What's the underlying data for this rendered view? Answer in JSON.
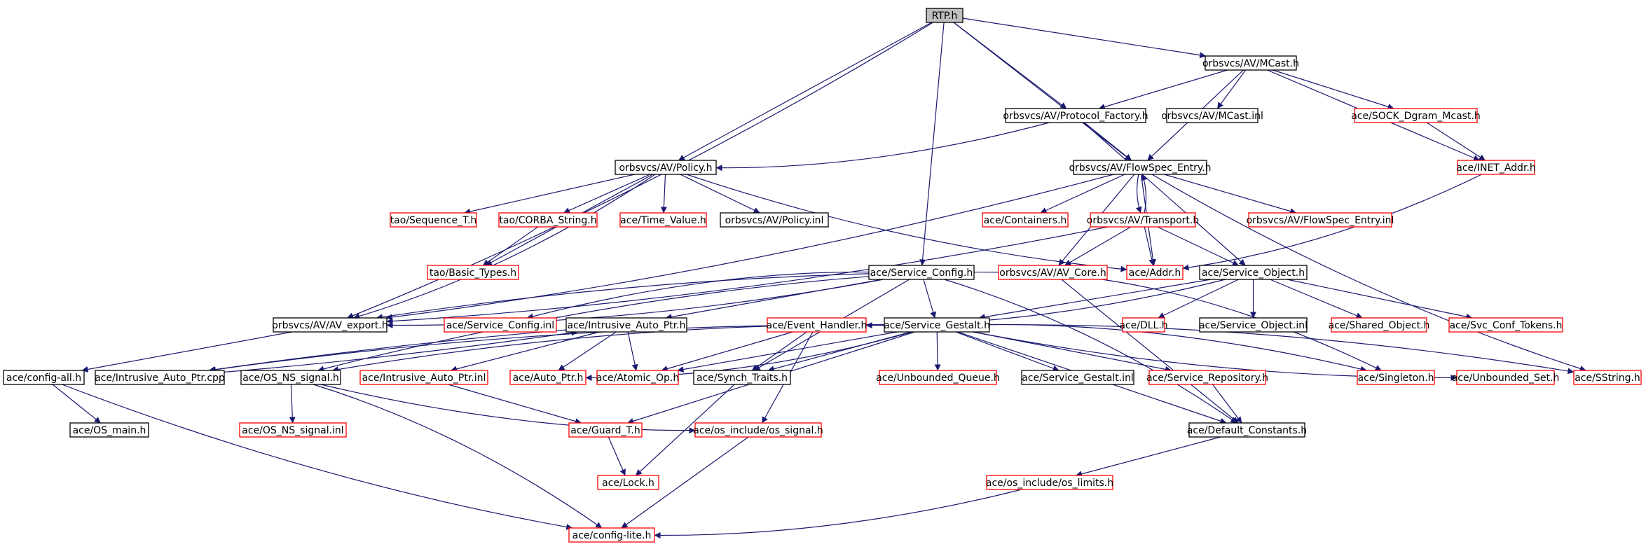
{
  "colors": {
    "edge": "#191970",
    "normal_border": "#000000",
    "missing_border": "#ff0000",
    "root_fill": "#bfbfbf",
    "node_fill": "#ffffff",
    "text": "#000000"
  },
  "nodes": [
    {
      "id": "rtp",
      "label": "RTP.h",
      "style": "root"
    },
    {
      "id": "mcast",
      "label": "orbsvcs/AV/MCast.h",
      "style": "normal"
    },
    {
      "id": "protocol_factory",
      "label": "orbsvcs/AV/Protocol_Factory.h",
      "style": "normal"
    },
    {
      "id": "mcast_inl",
      "label": "orbsvcs/AV/MCast.inl",
      "style": "normal"
    },
    {
      "id": "sock_dgram_mcast",
      "label": "ace/SOCK_Dgram_Mcast.h",
      "style": "missing"
    },
    {
      "id": "policy",
      "label": "orbsvcs/AV/Policy.h",
      "style": "normal"
    },
    {
      "id": "flowspec_entry",
      "label": "orbsvcs/AV/FlowSpec_Entry.h",
      "style": "normal"
    },
    {
      "id": "inet_addr",
      "label": "ace/INET_Addr.h",
      "style": "missing"
    },
    {
      "id": "sequence_t",
      "label": "tao/Sequence_T.h",
      "style": "missing"
    },
    {
      "id": "corba_string",
      "label": "tao/CORBA_String.h",
      "style": "missing"
    },
    {
      "id": "time_value",
      "label": "ace/Time_Value.h",
      "style": "missing"
    },
    {
      "id": "policy_inl",
      "label": "orbsvcs/AV/Policy.inl",
      "style": "normal"
    },
    {
      "id": "containers",
      "label": "ace/Containers.h",
      "style": "missing"
    },
    {
      "id": "transport",
      "label": "orbsvcs/AV/Transport.h",
      "style": "missing"
    },
    {
      "id": "flowspec_inl",
      "label": "orbsvcs/AV/FlowSpec_Entry.inl",
      "style": "missing"
    },
    {
      "id": "basic_types",
      "label": "tao/Basic_Types.h",
      "style": "missing"
    },
    {
      "id": "service_config",
      "label": "ace/Service_Config.h",
      "style": "normal"
    },
    {
      "id": "av_core",
      "label": "orbsvcs/AV/AV_Core.h",
      "style": "missing"
    },
    {
      "id": "addr",
      "label": "ace/Addr.h",
      "style": "missing"
    },
    {
      "id": "service_object",
      "label": "ace/Service_Object.h",
      "style": "normal"
    },
    {
      "id": "av_export",
      "label": "orbsvcs/AV/AV_export.h",
      "style": "normal"
    },
    {
      "id": "service_config_inl",
      "label": "ace/Service_Config.inl",
      "style": "missing"
    },
    {
      "id": "intrusive_auto_ptr",
      "label": "ace/Intrusive_Auto_Ptr.h",
      "style": "normal"
    },
    {
      "id": "event_handler",
      "label": "ace/Event_Handler.h",
      "style": "missing"
    },
    {
      "id": "service_gestalt",
      "label": "ace/Service_Gestalt.h",
      "style": "normal"
    },
    {
      "id": "dll",
      "label": "ace/DLL.h",
      "style": "missing"
    },
    {
      "id": "service_object_inl",
      "label": "ace/Service_Object.inl",
      "style": "normal"
    },
    {
      "id": "shared_object",
      "label": "ace/Shared_Object.h",
      "style": "missing"
    },
    {
      "id": "svc_conf_tokens",
      "label": "ace/Svc_Conf_Tokens.h",
      "style": "missing"
    },
    {
      "id": "config_all",
      "label": "ace/config-all.h",
      "style": "normal"
    },
    {
      "id": "intrusive_auto_ptr_cpp",
      "label": "ace/Intrusive_Auto_Ptr.cpp",
      "style": "normal"
    },
    {
      "id": "os_ns_signal",
      "label": "ace/OS_NS_signal.h",
      "style": "normal"
    },
    {
      "id": "intrusive_auto_ptr_inl",
      "label": "ace/Intrusive_Auto_Ptr.inl",
      "style": "missing"
    },
    {
      "id": "auto_ptr",
      "label": "ace/Auto_Ptr.h",
      "style": "missing"
    },
    {
      "id": "atomic_op",
      "label": "ace/Atomic_Op.h",
      "style": "missing"
    },
    {
      "id": "synch_traits",
      "label": "ace/Synch_Traits.h",
      "style": "normal"
    },
    {
      "id": "unbounded_queue",
      "label": "ace/Unbounded_Queue.h",
      "style": "missing"
    },
    {
      "id": "service_gestalt_inl",
      "label": "ace/Service_Gestalt.inl",
      "style": "normal"
    },
    {
      "id": "service_repository",
      "label": "ace/Service_Repository.h",
      "style": "missing"
    },
    {
      "id": "singleton",
      "label": "ace/Singleton.h",
      "style": "missing"
    },
    {
      "id": "unbounded_set",
      "label": "ace/Unbounded_Set.h",
      "style": "missing"
    },
    {
      "id": "sstring",
      "label": "ace/SString.h",
      "style": "missing"
    },
    {
      "id": "os_main",
      "label": "ace/OS_main.h",
      "style": "normal"
    },
    {
      "id": "os_ns_signal_inl",
      "label": "ace/OS_NS_signal.inl",
      "style": "missing"
    },
    {
      "id": "guard_t",
      "label": "ace/Guard_T.h",
      "style": "missing"
    },
    {
      "id": "os_signal",
      "label": "ace/os_include/os_signal.h",
      "style": "missing"
    },
    {
      "id": "default_constants",
      "label": "ace/Default_Constants.h",
      "style": "normal"
    },
    {
      "id": "lock",
      "label": "ace/Lock.h",
      "style": "missing"
    },
    {
      "id": "os_limits",
      "label": "ace/os_include/os_limits.h",
      "style": "missing"
    },
    {
      "id": "config_lite",
      "label": "ace/config-lite.h",
      "style": "missing"
    }
  ],
  "edges": [
    [
      "rtp",
      "mcast"
    ],
    [
      "rtp",
      "protocol_factory"
    ],
    [
      "rtp",
      "policy"
    ],
    [
      "rtp",
      "flowspec_entry"
    ],
    [
      "rtp",
      "service_config"
    ],
    [
      "rtp",
      "av_export"
    ],
    [
      "mcast",
      "protocol_factory"
    ],
    [
      "mcast",
      "mcast_inl"
    ],
    [
      "mcast",
      "sock_dgram_mcast"
    ],
    [
      "mcast",
      "inet_addr"
    ],
    [
      "mcast",
      "flowspec_entry"
    ],
    [
      "protocol_factory",
      "policy"
    ],
    [
      "protocol_factory",
      "flowspec_entry"
    ],
    [
      "protocol_factory",
      "service_object"
    ],
    [
      "sock_dgram_mcast",
      "inet_addr"
    ],
    [
      "inet_addr",
      "addr"
    ],
    [
      "policy",
      "sequence_t"
    ],
    [
      "policy",
      "corba_string"
    ],
    [
      "policy",
      "time_value"
    ],
    [
      "policy",
      "policy_inl"
    ],
    [
      "policy",
      "basic_types"
    ],
    [
      "policy",
      "av_export"
    ],
    [
      "policy",
      "addr"
    ],
    [
      "corba_string",
      "basic_types"
    ],
    [
      "flowspec_entry",
      "containers"
    ],
    [
      "flowspec_entry",
      "transport"
    ],
    [
      "flowspec_entry",
      "flowspec_inl"
    ],
    [
      "flowspec_entry",
      "av_core"
    ],
    [
      "flowspec_entry",
      "addr"
    ],
    [
      "flowspec_entry",
      "av_export"
    ],
    [
      "flowspec_entry",
      "sstring"
    ],
    [
      "transport",
      "flowspec_entry"
    ],
    [
      "transport",
      "av_core"
    ],
    [
      "transport",
      "addr"
    ],
    [
      "transport",
      "service_object"
    ],
    [
      "transport",
      "av_export"
    ],
    [
      "av_core",
      "av_export"
    ],
    [
      "av_core",
      "singleton"
    ],
    [
      "av_core",
      "default_constants"
    ],
    [
      "service_config",
      "av_export"
    ],
    [
      "service_config",
      "service_config_inl"
    ],
    [
      "service_config",
      "intrusive_auto_ptr"
    ],
    [
      "service_config",
      "service_gestalt"
    ],
    [
      "service_config",
      "synch_traits"
    ],
    [
      "service_config",
      "os_ns_signal"
    ],
    [
      "service_config",
      "default_constants"
    ],
    [
      "service_object",
      "service_gestalt"
    ],
    [
      "service_object",
      "dll"
    ],
    [
      "service_object",
      "service_object_inl"
    ],
    [
      "service_object",
      "shared_object"
    ],
    [
      "service_object",
      "svc_conf_tokens"
    ],
    [
      "service_object",
      "event_handler"
    ],
    [
      "av_export",
      "config_all"
    ],
    [
      "intrusive_auto_ptr",
      "intrusive_auto_ptr_cpp"
    ],
    [
      "intrusive_auto_ptr",
      "intrusive_auto_ptr_inl"
    ],
    [
      "intrusive_auto_ptr",
      "auto_ptr"
    ],
    [
      "intrusive_auto_ptr",
      "atomic_op"
    ],
    [
      "intrusive_auto_ptr_cpp",
      "intrusive_auto_ptr"
    ],
    [
      "intrusive_auto_ptr_inl",
      "guard_t"
    ],
    [
      "event_handler",
      "atomic_op"
    ],
    [
      "event_handler",
      "synch_traits"
    ],
    [
      "event_handler",
      "os_signal"
    ],
    [
      "service_gestalt",
      "intrusive_auto_ptr_cpp"
    ],
    [
      "service_gestalt",
      "auto_ptr"
    ],
    [
      "service_gestalt",
      "atomic_op"
    ],
    [
      "service_gestalt",
      "synch_traits"
    ],
    [
      "service_gestalt",
      "unbounded_queue"
    ],
    [
      "service_gestalt",
      "service_gestalt_inl"
    ],
    [
      "service_gestalt",
      "service_repository"
    ],
    [
      "service_gestalt",
      "singleton"
    ],
    [
      "service_gestalt",
      "unbounded_set"
    ],
    [
      "service_gestalt",
      "sstring"
    ],
    [
      "service_gestalt",
      "guard_t"
    ],
    [
      "service_gestalt",
      "default_constants"
    ],
    [
      "service_gestalt",
      "os_ns_signal"
    ],
    [
      "config_all",
      "os_main"
    ],
    [
      "config_all",
      "config_lite"
    ],
    [
      "os_ns_signal",
      "os_ns_signal_inl"
    ],
    [
      "os_ns_signal",
      "os_signal"
    ],
    [
      "os_ns_signal",
      "config_lite"
    ],
    [
      "service_repository",
      "default_constants"
    ],
    [
      "guard_t",
      "lock"
    ],
    [
      "synch_traits",
      "lock"
    ],
    [
      "os_signal",
      "config_lite"
    ],
    [
      "default_constants",
      "os_limits"
    ],
    [
      "os_limits",
      "config_lite"
    ]
  ]
}
